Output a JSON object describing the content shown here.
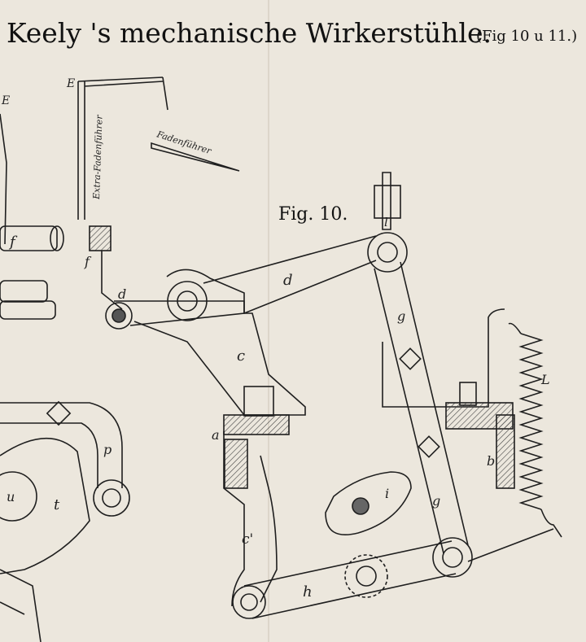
{
  "title": "Keely 's mechanische Wirkerstühle.",
  "title_ref": "(Fig 10 u 11.)",
  "figure_label": "Fig. 10.",
  "annotations": {
    "extra_fadenfuehrer": "Extra-Fadenführer",
    "fadenfuehrer": "Fadenführer"
  },
  "letters": {
    "E1": "E",
    "E2": "E",
    "f1": "f",
    "f2": "f",
    "d1": "d",
    "d2": "d",
    "c": "c",
    "a": "a",
    "b": "b",
    "c1": "c'",
    "g1": "g",
    "g2": "g",
    "h": "h",
    "i": "i",
    "l": "l",
    "L": "L",
    "p": "p",
    "u": "u",
    "t": "t"
  },
  "colors": {
    "paper": "#ece7dd",
    "ink": "#1f1f1f",
    "hatch": "#444444"
  }
}
